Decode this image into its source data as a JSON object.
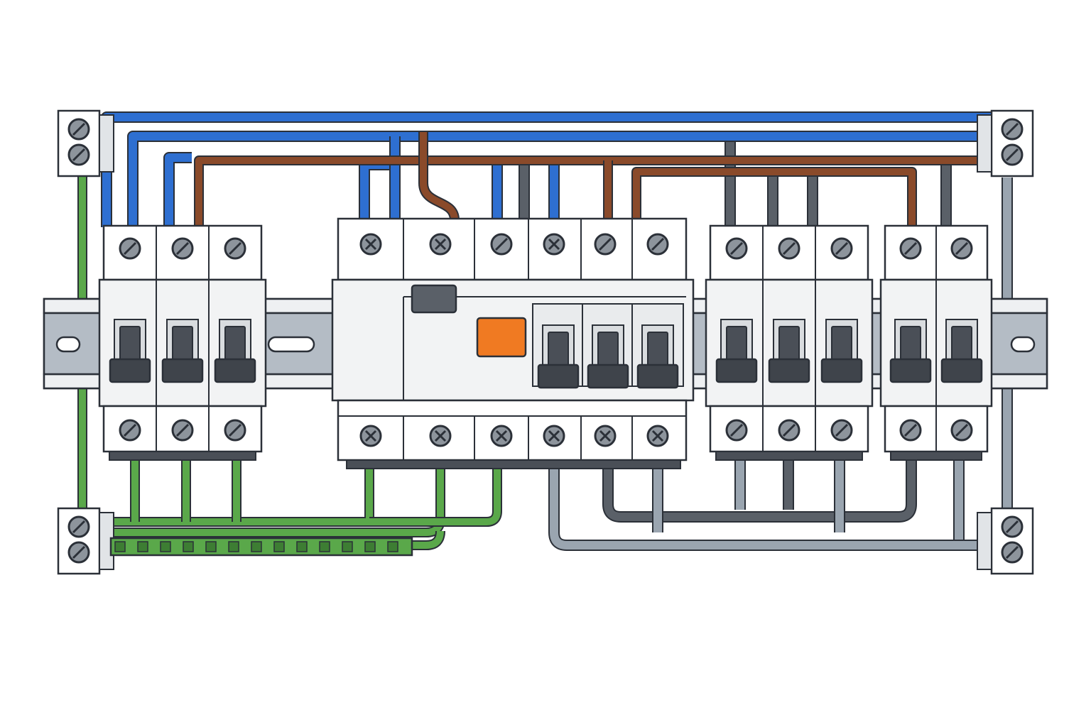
{
  "diagram": {
    "description_free": true,
    "colors": {
      "neutral": "#2e6fd1",
      "live": "#8a4a2a",
      "earth": "#5aa84a",
      "load_dark": "#5a6068",
      "load_light": "#9aa5b0",
      "module_body": "#f2f3f4",
      "toggle": "#4a4f57",
      "test_button": "#f07a22",
      "din_rail": "#c7ccd2"
    },
    "components": [
      {
        "type": "terminal-block",
        "name": "terminal-top-left",
        "screws": 2
      },
      {
        "type": "terminal-block",
        "name": "terminal-top-right",
        "screws": 2
      },
      {
        "type": "terminal-block",
        "name": "terminal-bottom-left",
        "screws": 2
      },
      {
        "type": "terminal-block",
        "name": "terminal-bottom-right",
        "screws": 2
      },
      {
        "type": "miniature-circuit-breaker",
        "name": "mcb-group-1",
        "poles": 3
      },
      {
        "type": "residual-current-device",
        "name": "rcd-main",
        "poles": 6,
        "test_button": true
      },
      {
        "type": "miniature-circuit-breaker",
        "name": "mcb-group-2",
        "poles": 3
      },
      {
        "type": "miniature-circuit-breaker",
        "name": "mcb-group-3",
        "poles": 2
      },
      {
        "type": "earth-bar",
        "name": "earth-busbar",
        "holes": 13
      },
      {
        "type": "din-rail",
        "name": "din-rail"
      }
    ],
    "icons": [
      "screw-slotted-icon",
      "screw-cross-icon",
      "toggle-lever-icon",
      "test-button-icon"
    ]
  }
}
